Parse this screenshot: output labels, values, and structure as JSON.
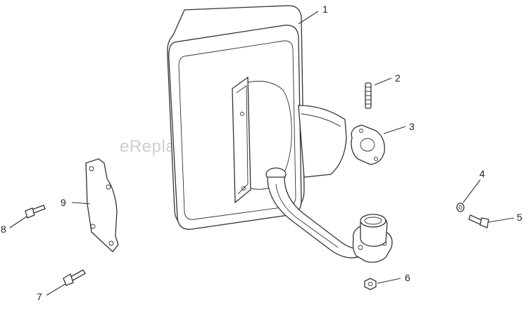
{
  "watermark": "eReplacementParts.com",
  "callouts": [
    {
      "number": "1",
      "part": "muffler"
    },
    {
      "number": "2",
      "part": "stud"
    },
    {
      "number": "3",
      "part": "exhaust-gasket"
    },
    {
      "number": "4",
      "part": "lock-washer"
    },
    {
      "number": "5",
      "part": "flange-screw"
    },
    {
      "number": "6",
      "part": "hex-nut"
    },
    {
      "number": "7",
      "part": "flange-screw"
    },
    {
      "number": "8",
      "part": "flange-screw"
    },
    {
      "number": "9",
      "part": "muffler-bracket"
    }
  ]
}
